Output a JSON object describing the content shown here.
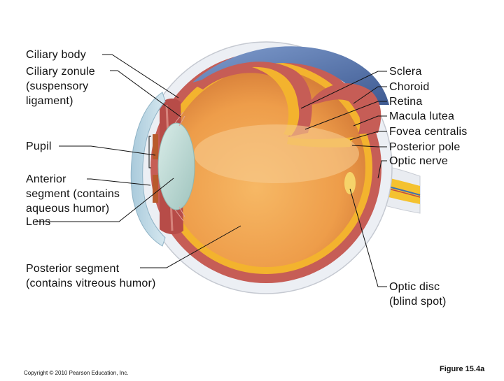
{
  "labels_left": {
    "ciliary_body": "Ciliary body",
    "ciliary_zonule": "Ciliary zonule\n(suspensory\nligament)",
    "pupil": "Pupil",
    "anterior_segment": "Anterior\nsegment (contains\naqueous humor)",
    "lens": "Lens",
    "posterior_segment": "Posterior segment\n(contains vitreous humor)"
  },
  "labels_right": {
    "sclera": "Sclera",
    "choroid": "Choroid",
    "retina": "Retina",
    "macula_lutea": "Macula lutea",
    "fovea_centralis": "Fovea centralis",
    "posterior_pole": "Posterior pole",
    "optic_nerve": "Optic nerve",
    "optic_disc": "Optic disc\n(blind spot)"
  },
  "footer": {
    "copyright": "Copyright © 2010 Pearson Education, Inc.",
    "figure": "Figure 15.4a"
  },
  "colors": {
    "sclera": "#eef0f4",
    "choroid": "#c9605a",
    "retina": "#f4b630",
    "vitreous": "#f0a24c",
    "cornea": "#b9d6e4",
    "lens": "#bfd8d4",
    "blue_outer": "#5a78ad"
  }
}
